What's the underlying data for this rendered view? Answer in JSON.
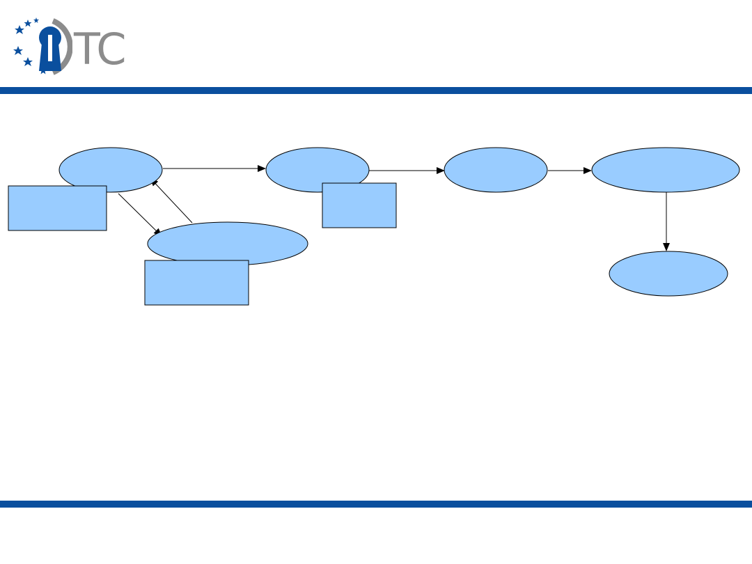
{
  "colors": {
    "brand_blue": "#0a4f9e",
    "node_fill": "#99ccff",
    "logo_gray": "#8c8c8c",
    "stroke": "#000000"
  },
  "logo": {
    "text": "TC",
    "icon": "keyhole-stars-icon"
  },
  "diagram": {
    "nodes": [
      {
        "id": "ellipse-1",
        "label": ""
      },
      {
        "id": "ellipse-2",
        "label": ""
      },
      {
        "id": "ellipse-3",
        "label": ""
      },
      {
        "id": "ellipse-4",
        "label": ""
      },
      {
        "id": "ellipse-5",
        "label": ""
      },
      {
        "id": "ellipse-6",
        "label": ""
      }
    ],
    "notes": [
      {
        "id": "note-1",
        "label": ""
      },
      {
        "id": "note-2",
        "label": ""
      },
      {
        "id": "note-3",
        "label": ""
      }
    ],
    "edges": [
      {
        "from": "ellipse-1",
        "to": "ellipse-2"
      },
      {
        "from": "ellipse-2",
        "to": "ellipse-3"
      },
      {
        "from": "ellipse-3",
        "to": "ellipse-4"
      },
      {
        "from": "ellipse-4",
        "to": "ellipse-6"
      },
      {
        "from": "ellipse-1",
        "to": "ellipse-5"
      },
      {
        "from": "ellipse-5",
        "to": "ellipse-1"
      }
    ]
  }
}
